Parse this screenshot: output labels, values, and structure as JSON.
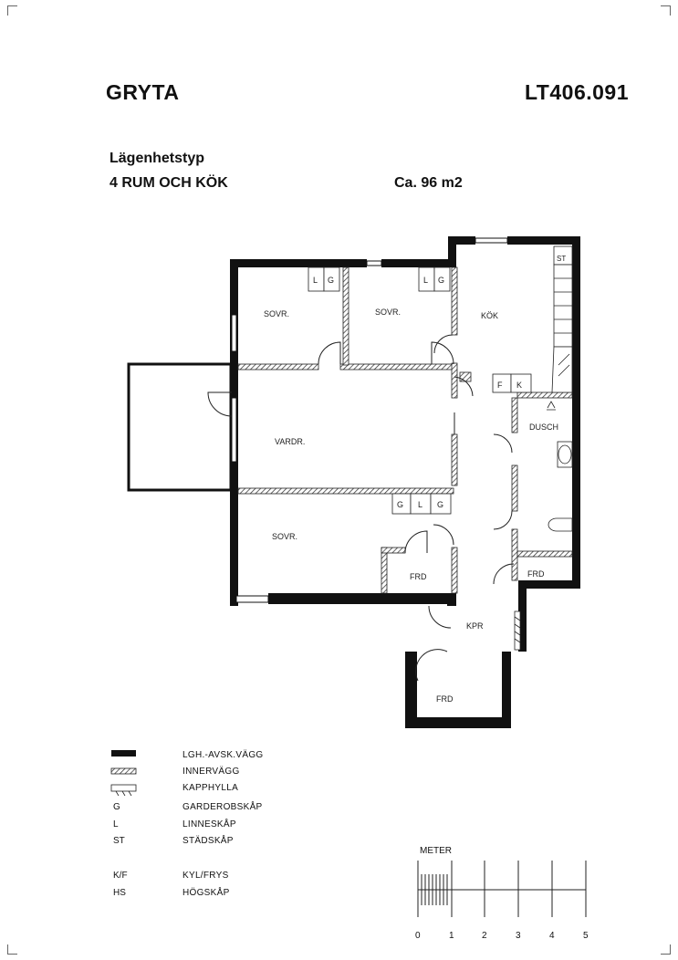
{
  "header": {
    "project": "GRYTA",
    "code": "LT406.091"
  },
  "apartment": {
    "type_label": "Lägenhetstyp",
    "rooms": "4 RUM OCH KÖK",
    "area": "Ca. 96 m2"
  },
  "plan_labels": {
    "sovr1": "SOVR.",
    "sovr2": "SOVR.",
    "kok": "KÖK",
    "vardr": "VARDR.",
    "sovr3": "SOVR.",
    "dusch": "DUSCH",
    "frd1": "FRD",
    "frd2": "FRD",
    "frd3": "FRD",
    "kpr": "KPR",
    "st": "ST",
    "f": "F",
    "k": "K",
    "l": "L",
    "g": "G"
  },
  "legend": [
    {
      "symbol": "",
      "text": "LGH.-AVSK.VÄGG",
      "icon": "thick-wall-icon"
    },
    {
      "symbol": "",
      "text": "INNERVÄGG",
      "icon": "hatched-wall-icon"
    },
    {
      "symbol": "",
      "text": "KAPPHYLLA",
      "icon": "coat-shelf-icon"
    },
    {
      "symbol": "G",
      "text": "GARDEROBSKÅP",
      "icon": ""
    },
    {
      "symbol": "L",
      "text": "LINNESKÅP",
      "icon": ""
    },
    {
      "symbol": "ST",
      "text": "STÄDSKÅP",
      "icon": ""
    },
    {
      "symbol": "K/F",
      "text": "KYL/FRYS",
      "icon": ""
    },
    {
      "symbol": "HS",
      "text": "HÖGSKÅP",
      "icon": ""
    }
  ],
  "scale": {
    "title": "METER",
    "ticks": [
      "0",
      "1",
      "2",
      "3",
      "4",
      "5"
    ]
  }
}
